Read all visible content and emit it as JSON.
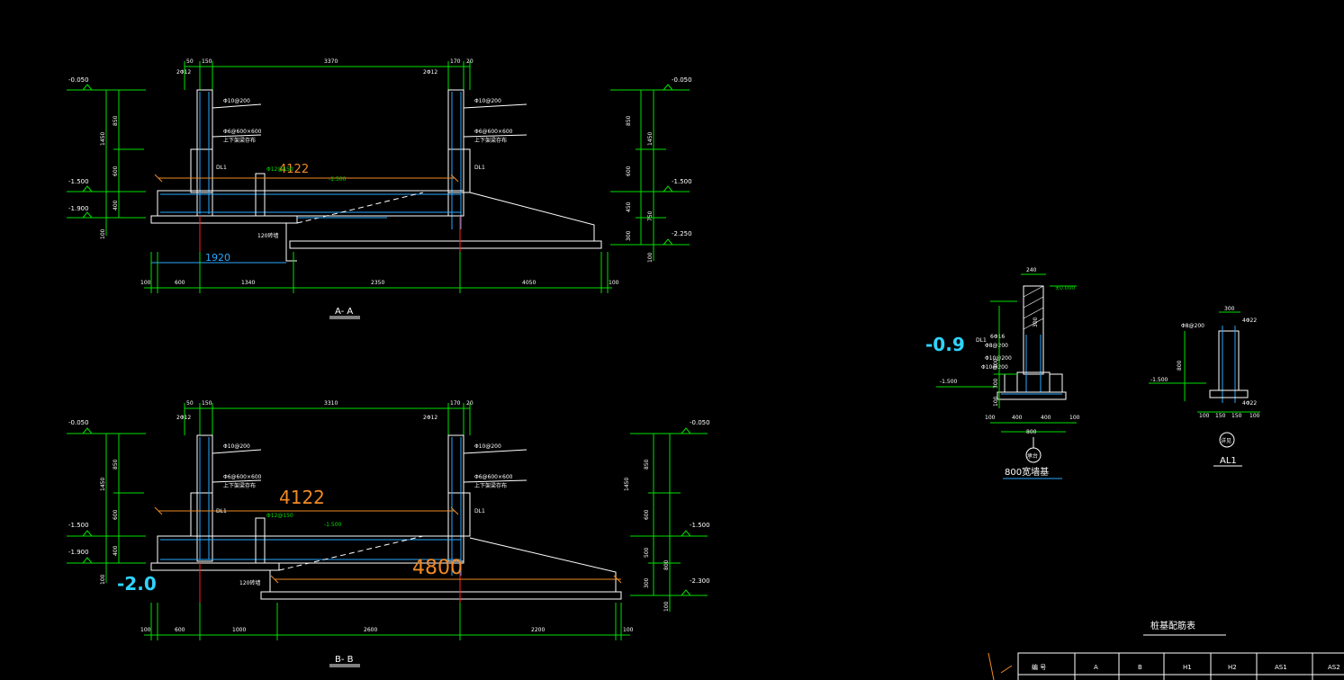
{
  "section_aa": {
    "title": "A- A",
    "top_dims": [
      "50",
      "150",
      "3370",
      "170",
      "20"
    ],
    "bottom_dims": [
      "100",
      "600",
      "1340",
      "2350",
      "4050",
      "100"
    ],
    "left_levels": [
      "-0.050",
      "-1.500",
      "-1.900"
    ],
    "right_levels": [
      "-0.050",
      "-1.500",
      "-2.250"
    ],
    "left_vert_dims": [
      "850",
      "1450",
      "600",
      "400",
      "100"
    ],
    "right_vert_dims": [
      "850",
      "1450",
      "600",
      "450",
      "750",
      "300",
      "100"
    ],
    "rebar_top_left": "2Φ12",
    "rebar_top_right": "2Φ12",
    "rebar_stirrup_left": "Φ10@200",
    "rebar_stirrup_right": "Φ10@200",
    "rebar_mesh_left": "Φ6@600×600",
    "rebar_mesh_right": "Φ6@600×600",
    "mesh_note_left": "上下架梁存布",
    "mesh_note_right": "上下架梁存布",
    "beam_left": "DL1",
    "beam_right": "DL1",
    "slab_rebar": "Φ12@150",
    "slab_level": "-1.500",
    "wall_note": "120砖墙",
    "big_annot": "4122",
    "dim_annot": "1920"
  },
  "section_bb": {
    "title": "B- B",
    "top_dims": [
      "50",
      "150",
      "3310",
      "170",
      "20"
    ],
    "bottom_dims": [
      "100",
      "600",
      "1000",
      "2600",
      "2200",
      "100"
    ],
    "left_levels": [
      "-0.050",
      "-1.500",
      "-1.900"
    ],
    "right_levels": [
      "-0.050",
      "-1.500",
      "-2.300"
    ],
    "left_vert_dims": [
      "850",
      "1450",
      "600",
      "400",
      "100"
    ],
    "right_vert_dims": [
      "850",
      "1450",
      "600",
      "500",
      "800",
      "300",
      "100"
    ],
    "rebar_top_left": "2Φ12",
    "rebar_top_right": "2Φ12",
    "rebar_stirrup_left": "Φ10@200",
    "rebar_stirrup_right": "Φ10@200",
    "rebar_mesh_left": "Φ6@600×600",
    "rebar_mesh_right": "Φ6@600×600",
    "mesh_note_left": "上下架梁存布",
    "mesh_note_right": "上下架梁存布",
    "beam_left": "DL1",
    "beam_right": "DL1",
    "slab_rebar": "Φ12@150",
    "slab_level": "-1.500",
    "wall_note": "120砖墙",
    "big_annot_1": "4122",
    "big_annot_2": "4800",
    "cyan_annot": "-2.0"
  },
  "wall_footing": {
    "title": "800宽墙基",
    "top_dim": "240",
    "level_top": "±0.000",
    "level_bottom": "-1.500",
    "beam": "DL1",
    "rebar_1": "6Φ16",
    "rebar_2": "Φ8@200",
    "rebar_3": "Φ10@200",
    "rebar_4": "Φ10@200",
    "vert_dims": [
      "300",
      "300",
      "300",
      "100"
    ],
    "bottom_dims": [
      "100",
      "400",
      "400",
      "100"
    ],
    "total_dim": "800",
    "circle_label": "承台",
    "cyan_annot": "-0.9"
  },
  "col_al1": {
    "title": "AL1",
    "top_dim": "300",
    "rebar_top": "4Φ22",
    "rebar_stirrup": "Φ8@200",
    "rebar_bottom": "4Φ22",
    "level": "-1.500",
    "vert_dim": "800",
    "bottom_dims": [
      "100",
      "150",
      "150",
      "100"
    ],
    "circle_label": "详见"
  },
  "table": {
    "title": "桩基配筋表",
    "headers": [
      "编  号",
      "A",
      "B",
      "H1",
      "H2",
      "AS1",
      "AS2"
    ]
  }
}
